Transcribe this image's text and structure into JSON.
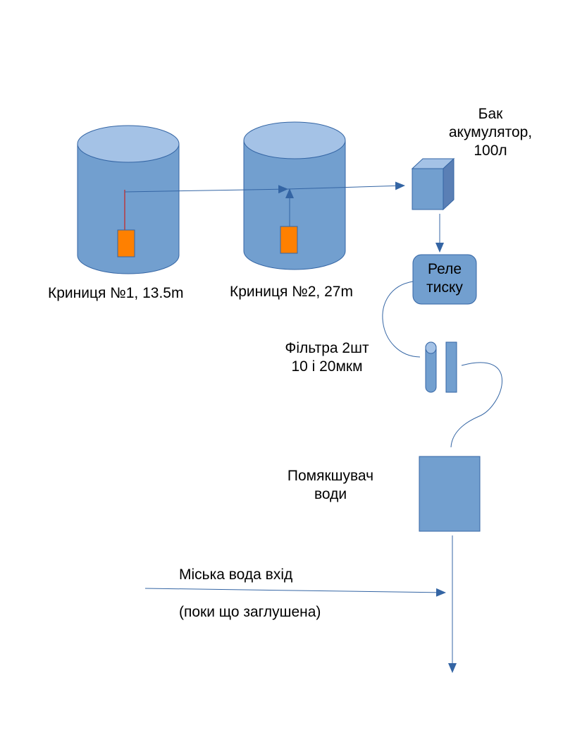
{
  "colors": {
    "fill": "#729fcf",
    "fill_top": "#a4c2e6",
    "stroke": "#3465a4",
    "pump": "#ff8000",
    "red_line": "#c9211e"
  },
  "labels": {
    "well1": "Криниця №1, 13.5m",
    "well2": "Криниця №2, 27m",
    "tank": [
      "Бак",
      "акумулятор,",
      "100л"
    ],
    "relay": [
      "Реле",
      "тиску"
    ],
    "filters": [
      "Фільтра 2шт",
      "10 і 20мкм"
    ],
    "softener": [
      "Помякшувач",
      "води"
    ],
    "city_water": "Міська вода вхід",
    "city_water_note": "(поки що заглушена)"
  }
}
